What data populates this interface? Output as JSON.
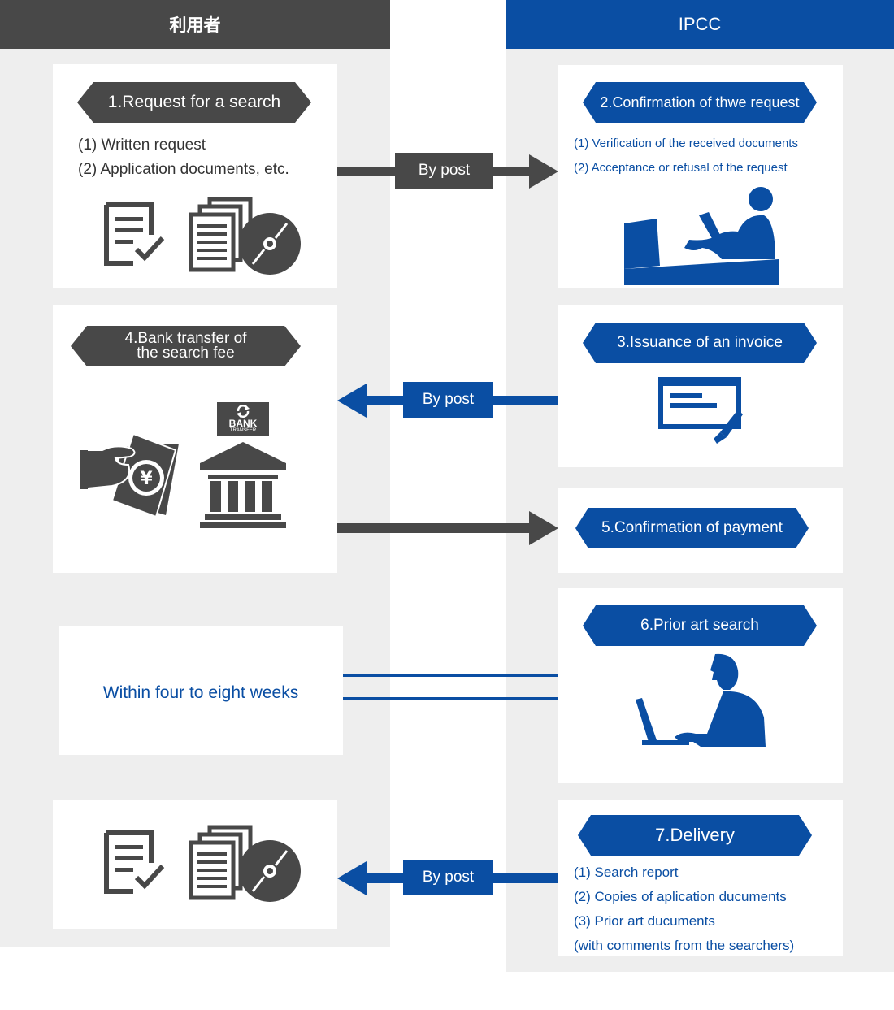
{
  "columns": {
    "user": "利用者",
    "ipcc": "IPCC"
  },
  "step1": {
    "title": "1.Request for a search",
    "items": [
      "(1) Written request",
      "(2) Application documents, etc."
    ]
  },
  "step2": {
    "title": "2.Confirmation of thwe request",
    "items": [
      "(1) Verification of the received documents",
      "(2) Acceptance or refusal of the request"
    ]
  },
  "step3": {
    "title": "3.Issuance of an invoice"
  },
  "step4": {
    "title_line1": "4.Bank transfer of",
    "title_line2": "the search fee",
    "bank_sign_line1": "BANK",
    "bank_sign_line2": "TRANSFER",
    "yen": "¥"
  },
  "step5": {
    "title": "5.Confirmation of payment"
  },
  "step6": {
    "title": "6.Prior art search"
  },
  "step7": {
    "title": "7.Delivery",
    "items": [
      "(1) Search report",
      "(2) Copies of aplication ducuments",
      "(3) Prior art ducuments",
      "(with comments from the searchers)"
    ]
  },
  "arrows": {
    "by_post_1": "By post",
    "by_post_2": "By post",
    "by_post_3": "By post"
  },
  "duration": "Within four to eight weeks",
  "colors": {
    "dark": "#484848",
    "blue": "#0a4ea3",
    "panel": "#eeeeee"
  },
  "icons": [
    "checklist-document-icon",
    "document-stack-icon",
    "disc-icon",
    "office-worker-icon",
    "invoice-pen-icon",
    "yen-payment-icon",
    "bank-building-icon",
    "searcher-laptop-icon"
  ]
}
